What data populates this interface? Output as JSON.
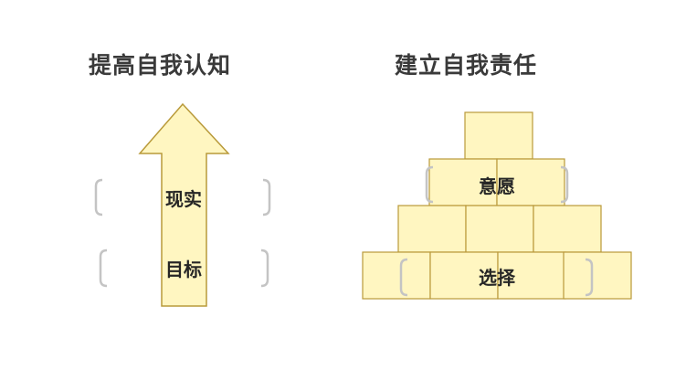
{
  "left": {
    "title": "提高自我认知",
    "labels": [
      "现实",
      "目标"
    ]
  },
  "right": {
    "title": "建立自我责任",
    "labels": [
      "意愿",
      "选择"
    ]
  },
  "colors": {
    "fill": "#fff6c1",
    "stroke": "#b99a3a",
    "bracket": "#c4c4c4",
    "text": "#262626"
  }
}
